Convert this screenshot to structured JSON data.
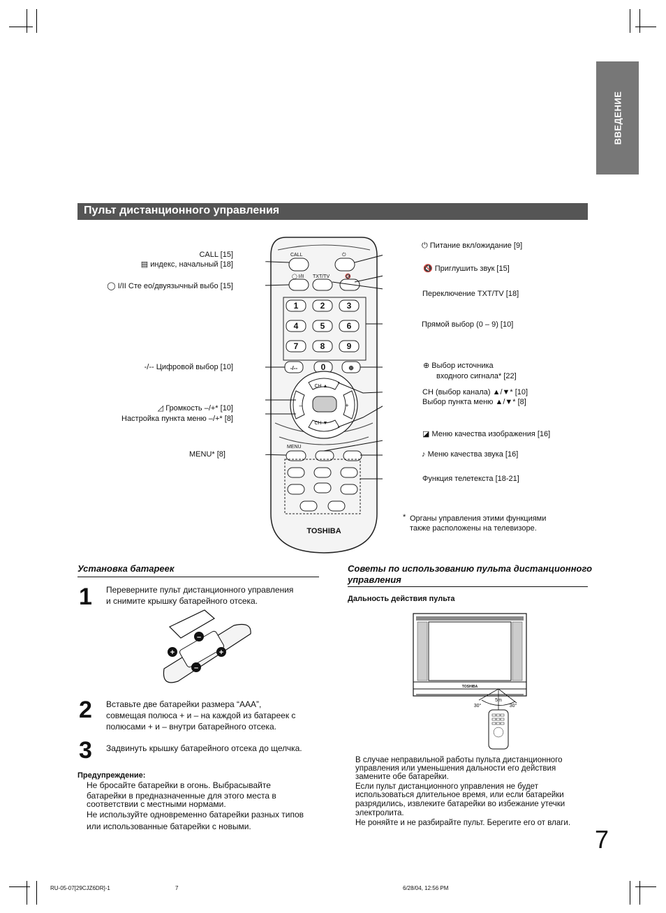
{
  "side_tab": "ВВЕДЕНИЕ",
  "section_title": "Пульт дистанционного управления",
  "remote": {
    "btn_call": "CALL",
    "btn_txt_tv": "TXT/TV",
    "btn_stereo": "I/II",
    "digits": [
      "1",
      "2",
      "3",
      "4",
      "5",
      "6",
      "7",
      "8",
      "9"
    ],
    "btn_dash": "-/--",
    "btn_zero": "0",
    "ch_up": "CH",
    "ch_down": "CH",
    "vol_minus": "–",
    "vol_plus": "+",
    "btn_menu": "MENU",
    "brand": "TOSHIBA"
  },
  "callouts_left": {
    "call": "CALL [15]",
    "index": "индекс, начальный [18]",
    "stereo": "I/II Сте  ео/двуязычный выбо   [15]",
    "digit_select": "Цифровой выбор [10]",
    "volume": "Громкость –/+* [10]",
    "menu_adjust": "Настройка пункта меню –/+* [8]",
    "menu": "MENU* [8]"
  },
  "callouts_right": {
    "power": "Питание вкл/ожидание [9]",
    "mute": "Приглушить звук [15]",
    "txt_tv": "Переключение TXT/TV [18]",
    "direct": "Прямой выбор (0 – 9) [10]",
    "source_1": "Выбор источника",
    "source_2": "входного сигнала* [22]",
    "ch_1": "CH (выбор канала) ▲/▼* [10]",
    "ch_2": "Выбор пункта меню ▲/▼* [8]",
    "picture": "Меню качества изображения [16]",
    "sound": "Меню качества звука [16]",
    "teletext": "Функция телетекста [18-21]",
    "note_1": "Органы управления этими функциями",
    "note_2": "также расположены на телевизоре."
  },
  "battery": {
    "heading": "Установка батареек",
    "step1_num": "1",
    "step1_l1": "Переверните пульт дистанционного управления",
    "step1_l2": "и снимите крышку батарейного отсека.",
    "step2_num": "2",
    "step2_l1": "Вставьте две батарейки размера “AAA”,",
    "step2_l2": "совмещая полюса + и – на каждой из батареек с",
    "step2_l3": "полюсами + и – внутри батарейного отсека.",
    "step3_num": "3",
    "step3_l1": "Задвинуть крышку батарейного отсека до щелчка.",
    "warning_title": "Предупреждение:",
    "warning_l1": "Не бросайте батарейки в огонь. Выбрасывайте",
    "warning_l2": "батарейки в предназначенные для этого места в",
    "warning_l3": "соответствии с местными нормами.",
    "warning_l4": "Не используйте одновременно батарейки разных типов",
    "warning_l5": "или использованные батарейки с новыми."
  },
  "tips": {
    "heading_1": "Советы по использованию пульта дистанционного",
    "heading_2": "управления",
    "range_title": "Дальность действия пульта",
    "tv_brand": "TOSHIBA",
    "dist": "5m",
    "angle_left": "30°",
    "angle_right": "30°",
    "p_l1": "В случае неправильной работы пульта дистанционного",
    "p_l2": "управления или уменьшения дальности его действия",
    "p_l3": "замените обе батарейки.",
    "p_l4": "Если пульт дистанционного управления не будет",
    "p_l5": "использоваться длительное время, или если батарейки",
    "p_l6": "разрядились, извлеките батарейки во избежание утечки",
    "p_l7": "электролита.",
    "p_l8": "Не роняйте и не разбирайте пульт. Берегите его от влаги."
  },
  "page_number": "7",
  "footer": {
    "left": "RU-05-07[29CJZ6DR]-1",
    "mid": "7",
    "right": "6/28/04, 12:56 PM"
  }
}
